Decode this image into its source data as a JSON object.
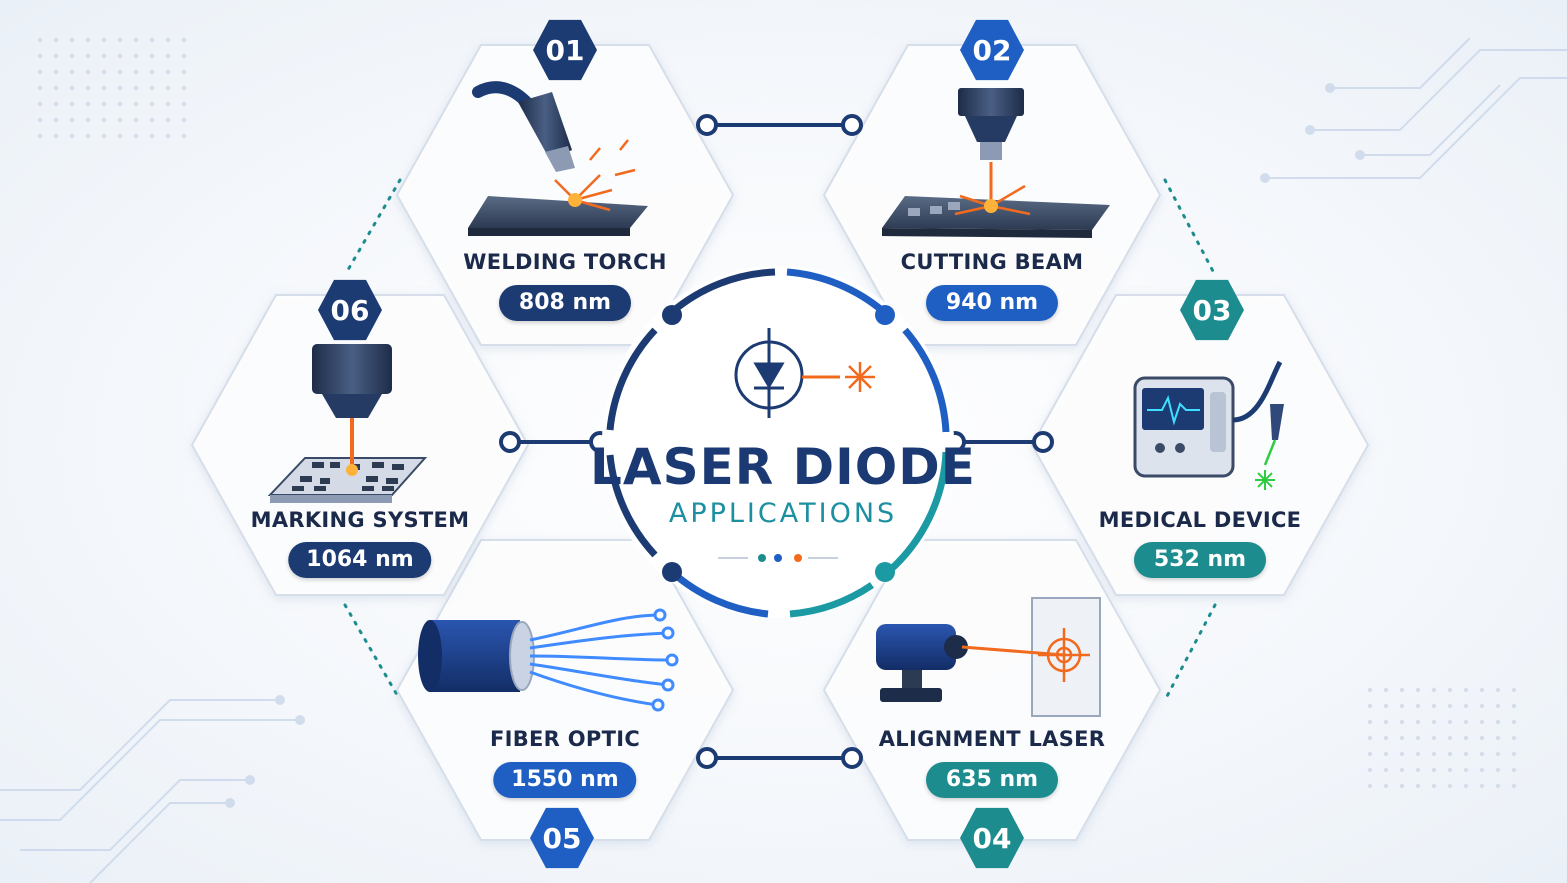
{
  "title": {
    "main": "LASER DIODE",
    "sub": "APPLICATIONS"
  },
  "colors": {
    "navy": "#1d3b73",
    "blue": "#1f5fc4",
    "teal": "#1c8c8f",
    "orange": "#f26a1e",
    "green": "#2ecc40"
  },
  "applications": [
    {
      "number": "01",
      "label": "WELDING TORCH",
      "wavelength": "808 nm",
      "icon": "welding-torch-icon",
      "color": "#1d3b73"
    },
    {
      "number": "02",
      "label": "CUTTING BEAM",
      "wavelength": "940 nm",
      "icon": "cutting-beam-icon",
      "color": "#1f5fc4"
    },
    {
      "number": "03",
      "label": "MEDICAL DEVICE",
      "wavelength": "532 nm",
      "icon": "medical-device-icon",
      "color": "#1c8c8f"
    },
    {
      "number": "04",
      "label": "ALIGNMENT LASER",
      "wavelength": "635 nm",
      "icon": "alignment-laser-icon",
      "color": "#1c8c8f"
    },
    {
      "number": "05",
      "label": "FIBER OPTIC",
      "wavelength": "1550 nm",
      "icon": "fiber-optic-icon",
      "color": "#1f5fc4"
    },
    {
      "number": "06",
      "label": "MARKING SYSTEM",
      "wavelength": "1064 nm",
      "icon": "marking-system-icon",
      "color": "#1d3b73"
    }
  ]
}
